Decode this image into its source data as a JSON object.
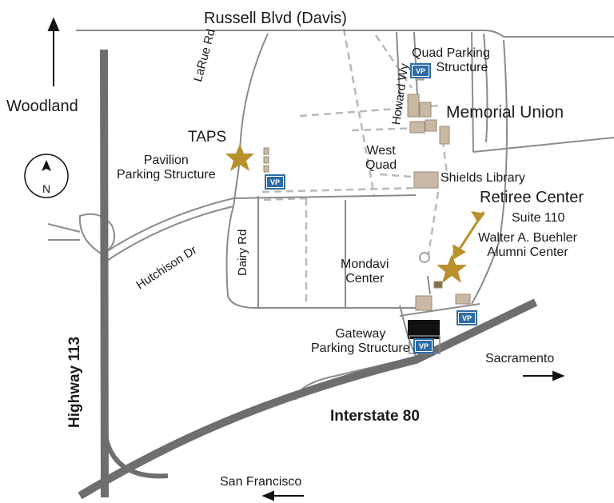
{
  "roads": {
    "russell": "Russell Blvd (Davis)",
    "larue": "LaRue Rd",
    "howard": "Howard Wy",
    "dairy": "Dairy Rd",
    "hutchison": "Hutchison Dr",
    "highway": "Highway 113",
    "interstate": "Interstate 80"
  },
  "directions": {
    "woodland": "Woodland",
    "sacramento": "Sacramento",
    "san_francisco": "San Francisco"
  },
  "compass": {
    "letter": "N"
  },
  "places": {
    "quad_parking": [
      "Quad Parking",
      "Structure"
    ],
    "memorial_union": "Memorial Union",
    "taps": "TAPS",
    "pavilion": [
      "Pavilion",
      "Parking Structure"
    ],
    "west_quad": [
      "West",
      "Quad"
    ],
    "shields": "Shields Library",
    "retiree": "Retiree Center",
    "suite": "Suite 110",
    "buehler": [
      "Walter A. Buehler",
      "Alumni Center"
    ],
    "mondavi": [
      "Mondavi",
      "Center"
    ],
    "gateway": [
      "Gateway",
      "Parking Structure"
    ]
  },
  "parking_badge": "VP",
  "colors": {
    "highway": "#6d6e70",
    "road": "#8a8b8d",
    "path": "#b8b9bb",
    "star": "#b8902c",
    "building": "#c9b8a3",
    "vp": "#2d6ca8"
  }
}
